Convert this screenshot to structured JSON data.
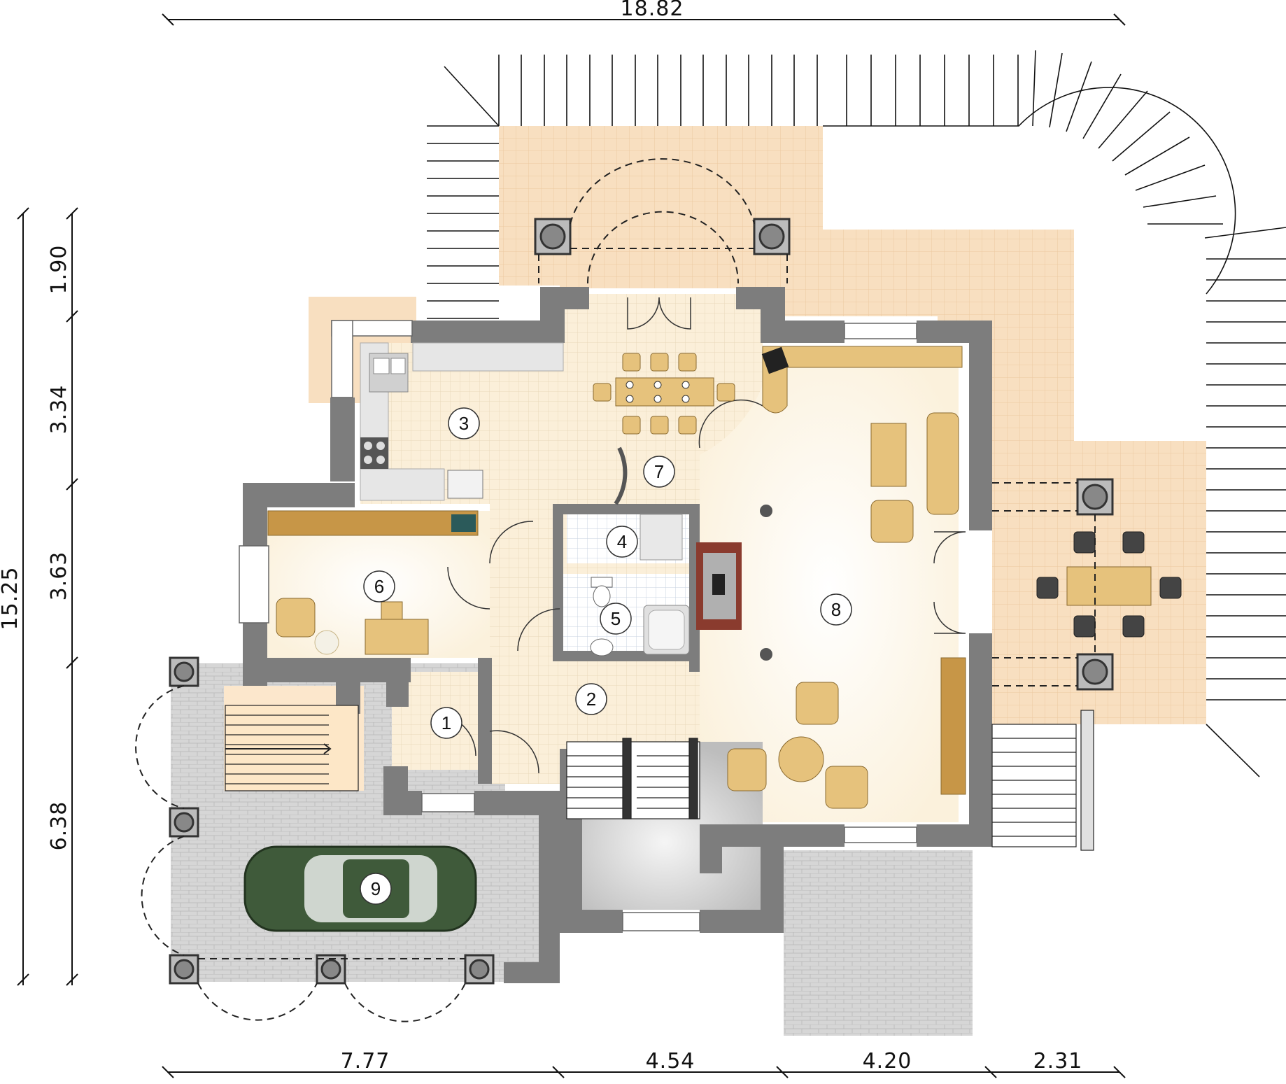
{
  "dimensions": {
    "top_total": "18.82",
    "bottom": [
      "7.77",
      "4.54",
      "4.20",
      "2.31"
    ],
    "left_total": "15.25",
    "left_segments": [
      "1.90",
      "3.34",
      "3.63",
      "6.38"
    ]
  },
  "rooms": [
    "1",
    "2",
    "3",
    "4",
    "5",
    "6",
    "7",
    "8",
    "9"
  ],
  "colors": {
    "wall": "#7d7d7d",
    "terrace": "#f8dfc0",
    "tile_floor": "#fbefd9",
    "living_floor": "#fdf6e6",
    "garage_floor": "#d6d6d6",
    "furniture": "#e6c27c",
    "car": "#3f5a3a"
  },
  "icons": [
    "column-icon",
    "armchair-icon",
    "dining-set-icon",
    "car-icon",
    "stairs-icon",
    "fireplace-icon",
    "bathtub-icon",
    "toilet-icon",
    "stove-icon",
    "sink-icon"
  ]
}
